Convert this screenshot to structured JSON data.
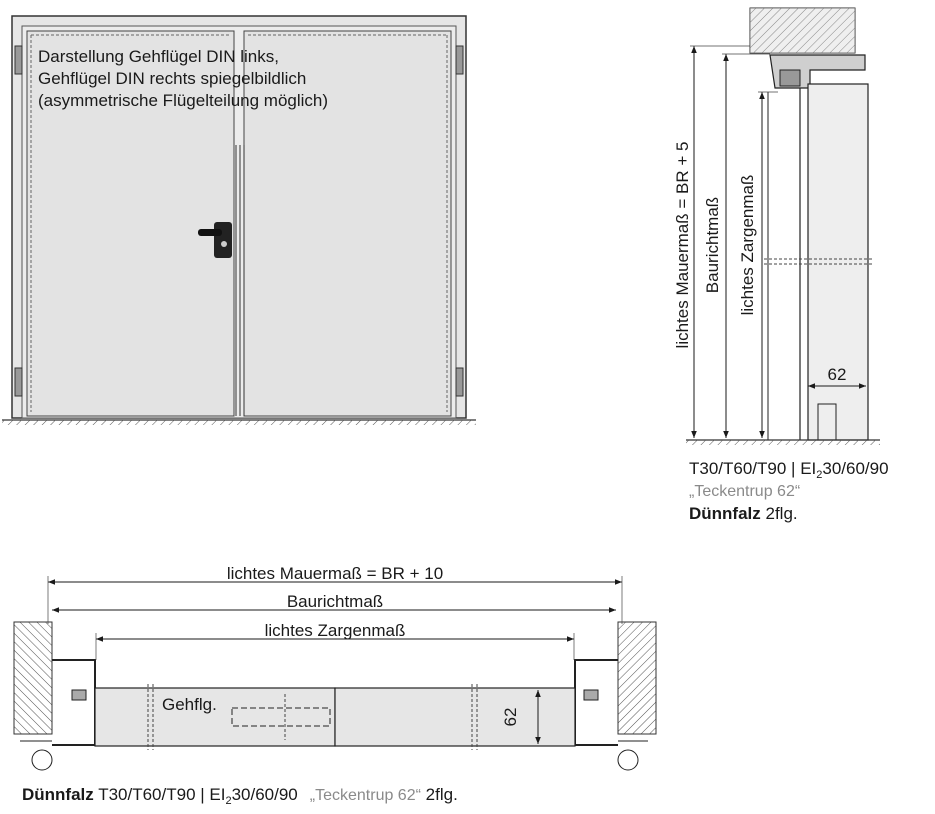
{
  "front_view": {
    "note_lines": [
      "Darstellung Gehflügel DIN links,",
      "Gehflügel DIN rechts spiegelbildlich",
      "(asymmetrische Flügelteilung möglich)"
    ]
  },
  "vertical_section": {
    "dim_mauermass": "lichtes Mauermaß = BR + 5",
    "dim_baurichtmass": "Baurichtmaß",
    "dim_zargenmass": "lichtes Zargenmaß",
    "dim_62": "62",
    "caption_line1_a": "T30/T60/T90 | EI",
    "caption_line1_sub": "2",
    "caption_line1_b": "30/60/90",
    "caption_line2": "„Teckentrup 62“",
    "caption_line3_bold": "Dünnfalz",
    "caption_line3_rest": " 2flg."
  },
  "horizontal_section": {
    "dim_mauermass": "lichtes Mauermaß = BR + 10",
    "dim_baurichtmass": "Baurichtmaß",
    "dim_zargenmass": "lichtes Zargenmaß",
    "label_gehflg": "Gehflg.",
    "dim_62": "62",
    "caption_bold": "Dünnfalz",
    "caption_a": " T30/T60/T90 | EI",
    "caption_sub": "2",
    "caption_b": "30/60/90",
    "caption_grey": "„Teckentrup 62“",
    "caption_end": " 2flg."
  }
}
